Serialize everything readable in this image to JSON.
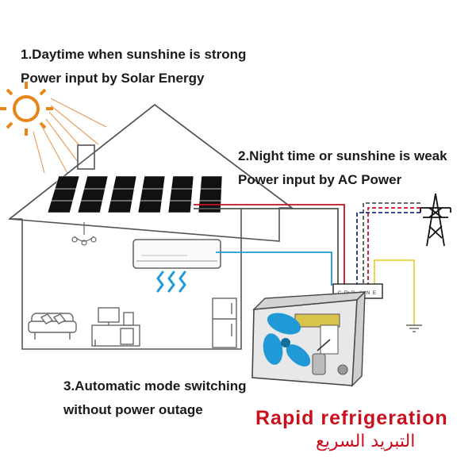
{
  "caption1": {
    "line1": "1.Daytime when sunshine is strong",
    "line2": "Power input by Solar Energy"
  },
  "caption2": {
    "line1": "2.Night time or sunshine is weak",
    "line2": "Power input by AC Power"
  },
  "caption3": {
    "line1": "3.Automatic mode switching",
    "line2": "without power outage"
  },
  "headline": "Rapid refrigeration",
  "headline_arabic": "التبريد السريع",
  "terminal_labels": [
    "C",
    "P+",
    "P-",
    "L",
    "N",
    "E"
  ],
  "colors": {
    "sun": "#e8851a",
    "panel": "#111111",
    "wire_red": "#c8101e",
    "wire_blue": "#1f9ad6",
    "wire_yellow": "#e6d23c",
    "wire_navy": "#1d2a8a",
    "headline": "#c8101e"
  }
}
